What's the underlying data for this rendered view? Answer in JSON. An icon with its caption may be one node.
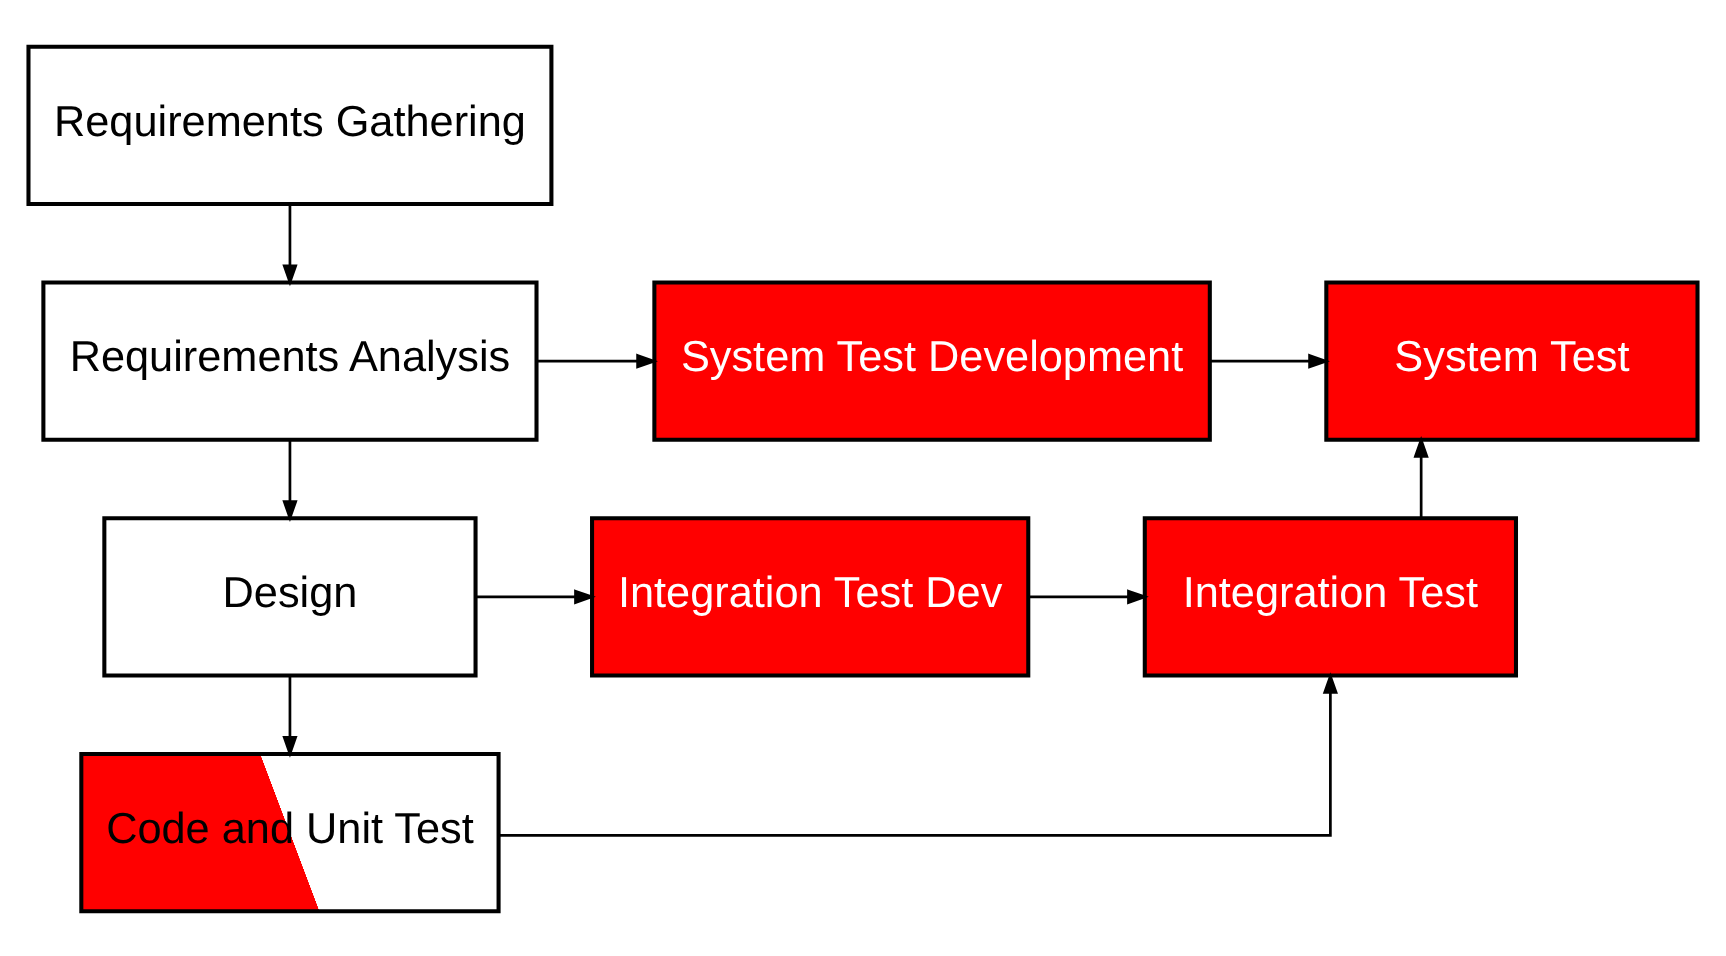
{
  "diagram": {
    "nodes": [
      {
        "text": [
          "Requirements Gathering"
        ]
      },
      {
        "text": [
          "Requirements Analysis"
        ]
      },
      {
        "text": [
          "System Test Development"
        ]
      },
      {
        "text": [
          "System Test"
        ]
      },
      {
        "text": [
          "Design"
        ]
      },
      {
        "text": [
          "Integration Test Dev"
        ]
      },
      {
        "text": [
          "Integration Test"
        ]
      },
      {
        "text": [
          "Code and Unit Test"
        ]
      }
    ],
    "edges": [
      {
        "from": 0,
        "to": 1,
        "arrow": "to"
      },
      {
        "from": 1,
        "to": 2,
        "arrow": "to"
      },
      {
        "from": 2,
        "to": 3,
        "arrow": "to"
      },
      {
        "from": 1,
        "to": 4,
        "arrow": "to"
      },
      {
        "from": 4,
        "to": 5,
        "arrow": "to"
      },
      {
        "from": 5,
        "to": 6,
        "arrow": "to"
      },
      {
        "from": 4,
        "to": 7,
        "arrow": "to"
      },
      {
        "from": 7,
        "to": 6,
        "arrow": "to"
      },
      {
        "from": 6,
        "to": 3,
        "arrow": "to"
      }
    ]
  }
}
